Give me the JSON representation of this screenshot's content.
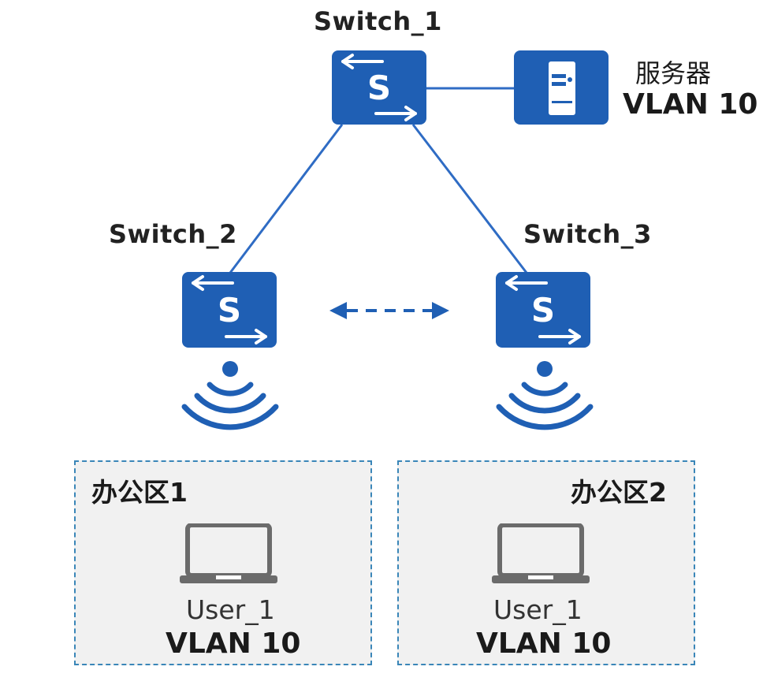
{
  "colors": {
    "device_blue": "#1f5fb4",
    "link_blue": "#2f6cc4",
    "zone_border": "#3a86b8",
    "zone_fill": "#f1f1f1",
    "laptop_gray": "#6b6b6b"
  },
  "switches": [
    {
      "name": "Switch_1",
      "icon": "switch-icon",
      "glyph": "S"
    },
    {
      "name": "Switch_2",
      "icon": "switch-icon",
      "glyph": "S"
    },
    {
      "name": "Switch_3",
      "icon": "switch-icon",
      "glyph": "S"
    }
  ],
  "server": {
    "name": "服务器",
    "vlan": "VLAN 10",
    "icon": "server-icon"
  },
  "zones": [
    {
      "title": "办公区1",
      "user": "User_1",
      "vlan": "VLAN 10"
    },
    {
      "title": "办公区2",
      "user": "User_1",
      "vlan": "VLAN 10"
    }
  ]
}
